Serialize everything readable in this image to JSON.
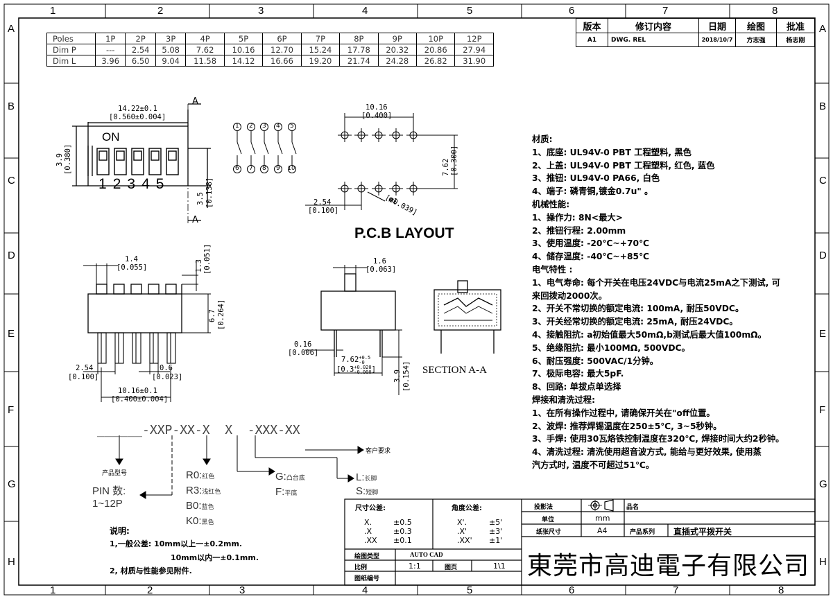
{
  "zones": {
    "cols": [
      "1",
      "2",
      "3",
      "4",
      "5",
      "6",
      "7",
      "8"
    ],
    "rows": [
      "A",
      "B",
      "C",
      "D",
      "E",
      "F",
      "G",
      "H"
    ]
  },
  "poles_table": {
    "headers": [
      "Poles",
      "1P",
      "2P",
      "3P",
      "4P",
      "5P",
      "6P",
      "7P",
      "8P",
      "9P",
      "10P",
      "12P"
    ],
    "rows": [
      [
        "Dim  P",
        "---",
        "2.54",
        "5.08",
        "7.62",
        "10.16",
        "12.70",
        "15.24",
        "17.78",
        "20.32",
        "20.86",
        "27.94"
      ],
      [
        "Dim  L",
        "3.96",
        "6.50",
        "9.04",
        "11.58",
        "14.12",
        "16.66",
        "19.20",
        "21.74",
        "24.28",
        "26.82",
        "31.90"
      ]
    ]
  },
  "revision_table": {
    "headers": [
      "版本",
      "修订内容",
      "日期",
      "绘图",
      "批准"
    ],
    "row": [
      "A1",
      "DWG. REL",
      "2018/10/7",
      "方志强",
      "杨志刚"
    ]
  },
  "top_view": {
    "width_dim": "14.22±0.1",
    "width_dim_in": "[0.560±0.004]",
    "height_dim": "3.9",
    "height_dim_in": "[0.380]",
    "inner_dim": "3.5",
    "inner_dim_in": "[0.138]",
    "on_label": "ON",
    "switch_numbers": [
      "1",
      "2",
      "3",
      "4",
      "5"
    ],
    "section_marker": "A"
  },
  "schematic": {
    "top_pins": [
      "1",
      "2",
      "3",
      "4",
      "5"
    ],
    "bottom_pins": [
      "6",
      "7",
      "8",
      "9",
      "10"
    ]
  },
  "pcb_layout": {
    "title": "P.C.B  LAYOUT",
    "pitch_total": "10.16",
    "pitch_total_in": "[0.400]",
    "row_spacing": "7.62",
    "row_spacing_in": "[0.300]",
    "pitch": "2.54",
    "pitch_in": "[0.100]",
    "hole": "ø1",
    "hole_in": "[ø0.039]"
  },
  "front_view": {
    "actuator_w": "1.4",
    "actuator_w_in": "[0.055]",
    "actuator_h": "1.3",
    "actuator_h_in": "[0.051]",
    "body_h": "6.7",
    "body_h_in": "[0.264]",
    "pin_pitch": "2.54",
    "pin_pitch_in": "[0.100]",
    "pin_w": "0.6",
    "pin_w_in": "[0.023]",
    "span": "10.16±0.1",
    "span_in": "[0.400±0.004]"
  },
  "side_view": {
    "actuator": "1.6",
    "actuator_in": "[0.063]",
    "pin_t": "0.16",
    "pin_t_in": "[0.006]",
    "row": "7.62",
    "row_tol_plus": "+0.5",
    "row_tol_minus": "-0",
    "row_in": "[0.3",
    "row_in_tol_plus": "+0.020",
    "row_in_tol_minus": "-0.000",
    "row_in_close": "]",
    "pin_len": "3.9",
    "pin_len_in": "[0.154]",
    "section_label": "SECTION  A-A"
  },
  "part_number": {
    "code": "______-XXP-XX-X  X  -XXX-XX",
    "customer": "客户要求",
    "product_model": "产品型号",
    "pin_label": "PIN  数:",
    "pin_range": "1~12P",
    "colors": [
      {
        "code": "R0:",
        "name": "红色"
      },
      {
        "code": "R3:",
        "name": "浅红色"
      },
      {
        "code": "B0:",
        "name": "蓝色"
      },
      {
        "code": "K0:",
        "name": "黑色"
      }
    ],
    "base_g": {
      "code": "G:",
      "name": "凸台底"
    },
    "base_f": {
      "code": "F:",
      "name": "平底"
    },
    "pin_l": {
      "code": "L:",
      "name": "长脚"
    },
    "pin_s": {
      "code": "S:",
      "name": "短脚"
    }
  },
  "remarks": {
    "title": "说明:",
    "lines": [
      "1,一般公差:  10mm以上一±0.2mm.",
      "10mm以内一±0.1mm.",
      "2, 材质与性能参见附件."
    ]
  },
  "specs": {
    "material_title": "材质:",
    "material": [
      "1、底座: UL94V-0 PBT 工程塑料, 黑色",
      "2、上盖: UL94V-0 PBT 工程塑料, 红色, 蓝色",
      "3、推钮: UL94V-0 PA66, 白色",
      "4、端子: 磷青铜,镀金0.7u\" 。"
    ],
    "mech_title": "机械性能:",
    "mech": [
      "1、操作力: 8N<最大>",
      "2、推钮行程: 2.00mm",
      "3、使用温度: -20℃~+70℃",
      "4、储存温度: -40℃~+85℃"
    ],
    "elec_title": "电气特性 :",
    "elec": [
      "1、电气寿命: 每个开关在电压24VDC与电流25mA之下测试, 可",
      "    来回拨动2000次。",
      "2、开关不常切换的额定电流: 100mA, 耐压50VDC。",
      "3、开关经常切换的额定电流: 25mA, 耐压24VDC。",
      "4、接触阻抗: a初始值最大50mΩ,b测试后最大值100mΩ。",
      "5、绝缘阻抗: 最小100MΩ, 500VDC。",
      "6、耐压强度: 500VAC/1分钟。",
      "7、极际电容: 最大5pF.",
      "8、回路: 单拔点单选择"
    ],
    "weld_title": "焊接和清洗过程:",
    "weld": [
      "1、在所有操作过程中, 请确保开关在\"off位置。",
      "2、波焊: 推荐焊锡温度在250±5℃, 3~5秒钟。",
      "3、手焊: 使用30瓦烙铁控制温度在320℃, 焊接时间大约2秒钟。",
      "4、清洗过程: 清洗使用超音波方式, 能给与更好效果, 使用蒸",
      "    汽方式时, 温度不可超过51℃。"
    ]
  },
  "title_block": {
    "dim_tol_title": "尺寸公差:",
    "angle_tol_title": "角度公差:",
    "dim_tols": [
      [
        "X.",
        "±0.5"
      ],
      [
        ".X",
        "±0.3"
      ],
      [
        ".XX",
        "±0.1"
      ]
    ],
    "angle_tols": [
      [
        "X'.",
        "±5'"
      ],
      [
        ".X'",
        "±3'"
      ],
      [
        ".XX'",
        "±1'"
      ]
    ],
    "drawing_type_label": "绘图类型",
    "drawing_type": "AUTO CAD",
    "scale_label": "比例",
    "scale": "1:1",
    "page_label": "图页",
    "page": "1\\1",
    "drawing_no_label": "图纸编号",
    "projection_label": "投影法",
    "product_name_label": "品名",
    "unit_label": "单位",
    "unit": "mm",
    "paper_label": "纸张尺寸",
    "paper": "A4",
    "series_label": "产品系列",
    "series": "直插式平拨开关",
    "company": "東莞市高迪電子有限公司"
  }
}
